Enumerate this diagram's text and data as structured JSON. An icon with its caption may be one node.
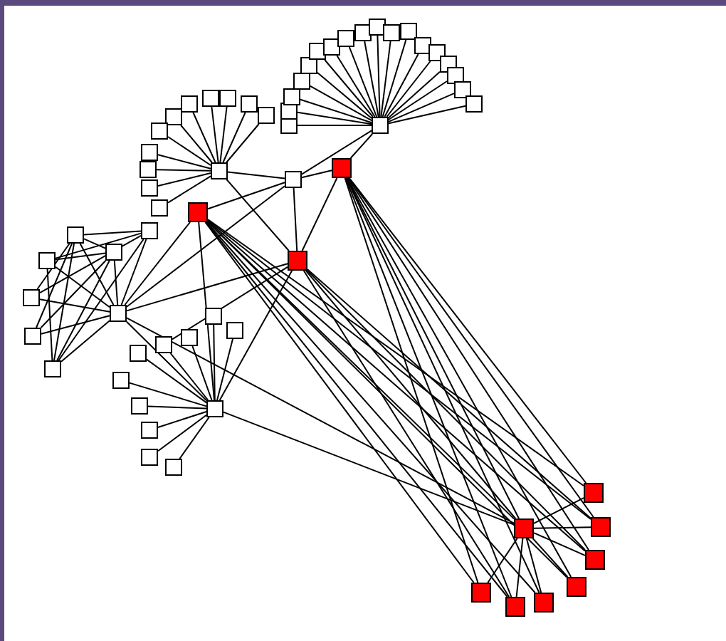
{
  "diagram": {
    "nodes": [
      {
        "text": [],
        "shape": "box"
      },
      {
        "text": [],
        "shape": "box"
      },
      {
        "text": [],
        "shape": "box"
      },
      {
        "text": [],
        "shape": "box"
      },
      {
        "text": [],
        "shape": "box"
      },
      {
        "text": [],
        "shape": "box"
      },
      {
        "text": [],
        "shape": "box"
      },
      {
        "text": [],
        "shape": "box"
      },
      {
        "text": [],
        "shape": "box"
      },
      {
        "text": [],
        "shape": "box"
      },
      {
        "text": [],
        "shape": "box"
      },
      {
        "text": [],
        "shape": "box"
      },
      {
        "text": [],
        "shape": "box"
      },
      {
        "text": [],
        "shape": "box"
      },
      {
        "text": [],
        "shape": "box"
      },
      {
        "text": [],
        "shape": "box"
      },
      {
        "text": [],
        "shape": "box"
      },
      {
        "text": [],
        "shape": "box"
      },
      {
        "text": [],
        "shape": "box"
      },
      {
        "text": [],
        "shape": "box"
      },
      {
        "text": [],
        "shape": "box"
      },
      {
        "text": [],
        "shape": "box"
      },
      {
        "text": [],
        "shape": "box"
      },
      {
        "text": [],
        "shape": "box"
      },
      {
        "text": [],
        "shape": "box"
      },
      {
        "text": [],
        "shape": "box"
      },
      {
        "text": [],
        "shape": "box"
      },
      {
        "text": [],
        "shape": "box"
      },
      {
        "text": [],
        "shape": "box"
      },
      {
        "text": [],
        "shape": "box"
      },
      {
        "text": [],
        "shape": "box"
      },
      {
        "text": [],
        "shape": "box"
      },
      {
        "text": [],
        "shape": "box"
      },
      {
        "text": [],
        "shape": "box"
      },
      {
        "text": [],
        "shape": "box"
      },
      {
        "text": [],
        "shape": "box"
      },
      {
        "text": [],
        "shape": "box"
      },
      {
        "text": [],
        "shape": "box"
      },
      {
        "text": [],
        "shape": "box"
      },
      {
        "text": [],
        "shape": "box"
      },
      {
        "text": [],
        "shape": "box"
      },
      {
        "text": [],
        "shape": "box"
      },
      {
        "text": [],
        "shape": "box"
      },
      {
        "text": [],
        "shape": "box"
      },
      {
        "text": [],
        "shape": "box"
      },
      {
        "text": [],
        "shape": "box"
      },
      {
        "text": [],
        "shape": "box"
      },
      {
        "text": [],
        "shape": "box"
      },
      {
        "text": [],
        "shape": "box"
      },
      {
        "text": [],
        "shape": "box"
      },
      {
        "text": [],
        "shape": "box"
      },
      {
        "text": [],
        "shape": "box"
      },
      {
        "text": [],
        "shape": "box"
      },
      {
        "text": [],
        "shape": "box"
      },
      {
        "text": [],
        "shape": "box"
      },
      {
        "text": [],
        "shape": "box"
      },
      {
        "text": [],
        "shape": "box"
      },
      {
        "text": [],
        "shape": "box"
      },
      {
        "text": [],
        "shape": "box"
      },
      {
        "text": [],
        "shape": "box"
      },
      {
        "text": [],
        "shape": "box"
      },
      {
        "text": [],
        "shape": "box"
      }
    ],
    "edges": [
      {
        "from": 0,
        "to": 1,
        "arrow": "none"
      },
      {
        "from": 0,
        "to": 2,
        "arrow": "none"
      },
      {
        "from": 0,
        "to": 3,
        "arrow": "none"
      },
      {
        "from": 0,
        "to": 4,
        "arrow": "none"
      },
      {
        "from": 0,
        "to": 5,
        "arrow": "none"
      },
      {
        "from": 0,
        "to": 6,
        "arrow": "none"
      },
      {
        "from": 0,
        "to": 7,
        "arrow": "none"
      },
      {
        "from": 0,
        "to": 8,
        "arrow": "none"
      },
      {
        "from": 0,
        "to": 9,
        "arrow": "none"
      },
      {
        "from": 0,
        "to": 10,
        "arrow": "none"
      },
      {
        "from": 0,
        "to": 11,
        "arrow": "none"
      },
      {
        "from": 0,
        "to": 12,
        "arrow": "none"
      },
      {
        "from": 0,
        "to": 13,
        "arrow": "none"
      },
      {
        "from": 0,
        "to": 14,
        "arrow": "none"
      },
      {
        "from": 0,
        "to": 15,
        "arrow": "none"
      },
      {
        "from": 0,
        "to": 16,
        "arrow": "none"
      },
      {
        "from": 0,
        "to": 17,
        "arrow": "none"
      },
      {
        "from": 0,
        "to": 18,
        "arrow": "none"
      },
      {
        "from": 19,
        "to": 20,
        "arrow": "none"
      },
      {
        "from": 19,
        "to": 21,
        "arrow": "none"
      },
      {
        "from": 19,
        "to": 22,
        "arrow": "none"
      },
      {
        "from": 19,
        "to": 23,
        "arrow": "none"
      },
      {
        "from": 19,
        "to": 24,
        "arrow": "none"
      },
      {
        "from": 19,
        "to": 25,
        "arrow": "none"
      },
      {
        "from": 19,
        "to": 26,
        "arrow": "none"
      },
      {
        "from": 19,
        "to": 27,
        "arrow": "none"
      },
      {
        "from": 19,
        "to": 28,
        "arrow": "none"
      },
      {
        "from": 19,
        "to": 29,
        "arrow": "none"
      },
      {
        "from": 19,
        "to": 30,
        "arrow": "none"
      },
      {
        "from": 0,
        "to": 31,
        "arrow": "none"
      },
      {
        "from": 0,
        "to": 32,
        "arrow": "none"
      },
      {
        "from": 19,
        "to": 31,
        "arrow": "none"
      },
      {
        "from": 19,
        "to": 34,
        "arrow": "none"
      },
      {
        "from": 31,
        "to": 32,
        "arrow": "none"
      },
      {
        "from": 31,
        "to": 33,
        "arrow": "none"
      },
      {
        "from": 31,
        "to": 34,
        "arrow": "none"
      },
      {
        "from": 32,
        "to": 34,
        "arrow": "none"
      },
      {
        "from": 31,
        "to": 35,
        "arrow": "none"
      },
      {
        "from": 33,
        "to": 35,
        "arrow": "none"
      },
      {
        "from": 34,
        "to": 35,
        "arrow": "none"
      },
      {
        "from": 35,
        "to": 36,
        "arrow": "none"
      },
      {
        "from": 35,
        "to": 37,
        "arrow": "none"
      },
      {
        "from": 35,
        "to": 38,
        "arrow": "none"
      },
      {
        "from": 35,
        "to": 39,
        "arrow": "none"
      },
      {
        "from": 35,
        "to": 40,
        "arrow": "none"
      },
      {
        "from": 35,
        "to": 41,
        "arrow": "none"
      },
      {
        "from": 35,
        "to": 42,
        "arrow": "none"
      },
      {
        "from": 36,
        "to": 37,
        "arrow": "none"
      },
      {
        "from": 36,
        "to": 38,
        "arrow": "none"
      },
      {
        "from": 36,
        "to": 40,
        "arrow": "none"
      },
      {
        "from": 36,
        "to": 41,
        "arrow": "none"
      },
      {
        "from": 36,
        "to": 42,
        "arrow": "none"
      },
      {
        "from": 37,
        "to": 39,
        "arrow": "none"
      },
      {
        "from": 37,
        "to": 40,
        "arrow": "none"
      },
      {
        "from": 37,
        "to": 42,
        "arrow": "none"
      },
      {
        "from": 38,
        "to": 39,
        "arrow": "none"
      },
      {
        "from": 38,
        "to": 41,
        "arrow": "none"
      },
      {
        "from": 38,
        "to": 42,
        "arrow": "none"
      },
      {
        "from": 39,
        "to": 42,
        "arrow": "none"
      },
      {
        "from": 35,
        "to": 43,
        "arrow": "none"
      },
      {
        "from": 34,
        "to": 43,
        "arrow": "none"
      },
      {
        "from": 33,
        "to": 43,
        "arrow": "none"
      },
      {
        "from": 43,
        "to": 44,
        "arrow": "none"
      },
      {
        "from": 43,
        "to": 45,
        "arrow": "none"
      },
      {
        "from": 43,
        "to": 46,
        "arrow": "none"
      },
      {
        "from": 43,
        "to": 47,
        "arrow": "none"
      },
      {
        "from": 43,
        "to": 48,
        "arrow": "none"
      },
      {
        "from": 43,
        "to": 49,
        "arrow": "none"
      },
      {
        "from": 43,
        "to": 50,
        "arrow": "none"
      },
      {
        "from": 43,
        "to": 51,
        "arrow": "none"
      },
      {
        "from": 43,
        "to": 52,
        "arrow": "none"
      },
      {
        "from": 43,
        "to": 53,
        "arrow": "none"
      },
      {
        "from": 43,
        "to": 54,
        "arrow": "none"
      },
      {
        "from": 34,
        "to": 47,
        "arrow": "none"
      },
      {
        "from": 54,
        "to": 55,
        "arrow": "none"
      },
      {
        "from": 54,
        "to": 56,
        "arrow": "none"
      },
      {
        "from": 54,
        "to": 57,
        "arrow": "none"
      },
      {
        "from": 54,
        "to": 58,
        "arrow": "none"
      },
      {
        "from": 54,
        "to": 59,
        "arrow": "none"
      },
      {
        "from": 54,
        "to": 60,
        "arrow": "none"
      },
      {
        "from": 54,
        "to": 61,
        "arrow": "none"
      },
      {
        "from": 32,
        "to": 54,
        "arrow": "none"
      },
      {
        "from": 32,
        "to": 55,
        "arrow": "none"
      },
      {
        "from": 32,
        "to": 56,
        "arrow": "none"
      },
      {
        "from": 32,
        "to": 57,
        "arrow": "none"
      },
      {
        "from": 32,
        "to": 58,
        "arrow": "none"
      },
      {
        "from": 32,
        "to": 59,
        "arrow": "none"
      },
      {
        "from": 32,
        "to": 60,
        "arrow": "none"
      },
      {
        "from": 32,
        "to": 61,
        "arrow": "none"
      },
      {
        "from": 33,
        "to": 54,
        "arrow": "none"
      },
      {
        "from": 33,
        "to": 55,
        "arrow": "none"
      },
      {
        "from": 33,
        "to": 56,
        "arrow": "none"
      },
      {
        "from": 33,
        "to": 57,
        "arrow": "none"
      },
      {
        "from": 33,
        "to": 58,
        "arrow": "none"
      },
      {
        "from": 33,
        "to": 59,
        "arrow": "none"
      },
      {
        "from": 33,
        "to": 60,
        "arrow": "none"
      },
      {
        "from": 33,
        "to": 61,
        "arrow": "none"
      },
      {
        "from": 34,
        "to": 54,
        "arrow": "none"
      },
      {
        "from": 34,
        "to": 56,
        "arrow": "none"
      },
      {
        "from": 34,
        "to": 57,
        "arrow": "none"
      },
      {
        "from": 34,
        "to": 60,
        "arrow": "none"
      },
      {
        "from": 35,
        "to": 54,
        "arrow": "none"
      }
    ]
  }
}
